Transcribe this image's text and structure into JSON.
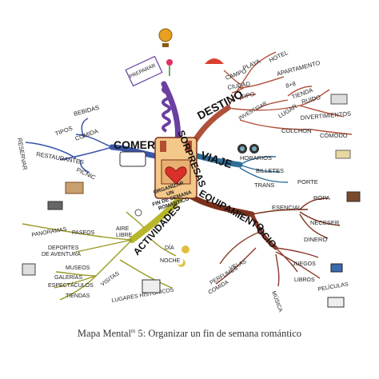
{
  "center": {
    "lines": [
      "ORGANIZAR",
      "UN",
      "FIN DE SEMANA",
      "ROMÁNTICO"
    ]
  },
  "colors": {
    "comer": "#3a56a8",
    "sorpresas": "#6a3fa0",
    "destino": "#b0503a",
    "viaje": "#2f6f9a",
    "equipamiento": "#7a2f1a",
    "actividades": "#b8b62a",
    "ocio": "#8a3a2a"
  },
  "branches": {
    "comer": {
      "label": "COMER",
      "children": [
        "BEBIDAS",
        "TIPOS",
        "COMIDA",
        "RESERVAR",
        "RESTAURANTES",
        "PICNIC"
      ]
    },
    "sorpresas": {
      "label": "SORPRESAS",
      "children": [
        "PREPARAR"
      ]
    },
    "destino": {
      "label": "DESTINO",
      "children": [
        "PLAYA",
        "HOTEL",
        "CAMPO",
        "APARTAMENTO",
        "8+8",
        "CIUDAD",
        "TIPO",
        "TIENDA",
        "INVESTIGAR",
        "LUGAR",
        "RUIDO",
        "DIVERTIMIENTOS",
        "COLCHON",
        "CÓMODO"
      ]
    },
    "viaje": {
      "label": "VIAJE",
      "children": [
        "HORARIOS",
        "BILLETES",
        "TRANS",
        "PORTE"
      ]
    },
    "equipamiento": {
      "label": "EQUIPAMIENTO",
      "children": [
        "ESENCIAL",
        "ROPA",
        "NECESER",
        "DINERO"
      ]
    },
    "ocio": {
      "label": "OCIO",
      "children": [
        "VELAS",
        "PERFUMES",
        "COMIDA",
        "JUEGOS",
        "LIBROS",
        "PELÍCULAS",
        "MÚSICA"
      ]
    },
    "actividades": {
      "label": "ACTIVIDADES",
      "children": [
        "PANORAMAS",
        "PASEOS",
        "AIRE",
        "LIBRE",
        "DEPORTES",
        "DE AVENTURA",
        "DÍA",
        "NOCHE",
        "VISITAS",
        "MUSEOS",
        "GALERÍAS",
        "ESPECTÁCULOS",
        "TIENDAS",
        "LUGARES HISTÓRICOS"
      ]
    }
  },
  "caption": {
    "main": "Mapa Mental",
    "sup": "m",
    "rest": " 5: Organizar un fin de semana romántico"
  }
}
